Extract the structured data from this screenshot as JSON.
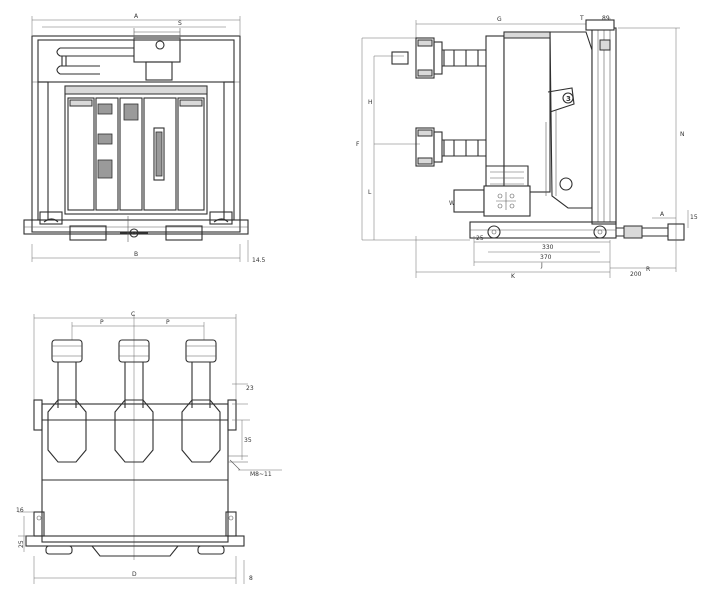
{
  "front_view": {
    "dim_top_outer": "A",
    "dim_top_inner": "S",
    "dim_bottom": "B",
    "dim_right_bottom": "14.5"
  },
  "side_view": {
    "dim_top_overall": "G",
    "dim_top_t": "T",
    "dim_top_right": "89",
    "dim_left_f": "F",
    "dim_left_h": "H",
    "dim_left_l": "L",
    "dim_right_n": "N",
    "dim_w": "W",
    "dim_25": "25",
    "dim_330": "330",
    "dim_370": "370",
    "dim_j": "J",
    "dim_k": "K",
    "dim_200": "200",
    "dim_a_right": "A",
    "dim_15": "15",
    "dim_r": "R"
  },
  "bottom_view": {
    "dim_top_c": "C",
    "dim_p_left": "P",
    "dim_p_right": "P",
    "dim_23": "23",
    "dim_35": "35",
    "dim_m8": "M8~11",
    "dim_16": "16",
    "dim_25": "25",
    "dim_bottom_d": "D",
    "dim_bottom_8": "8"
  }
}
